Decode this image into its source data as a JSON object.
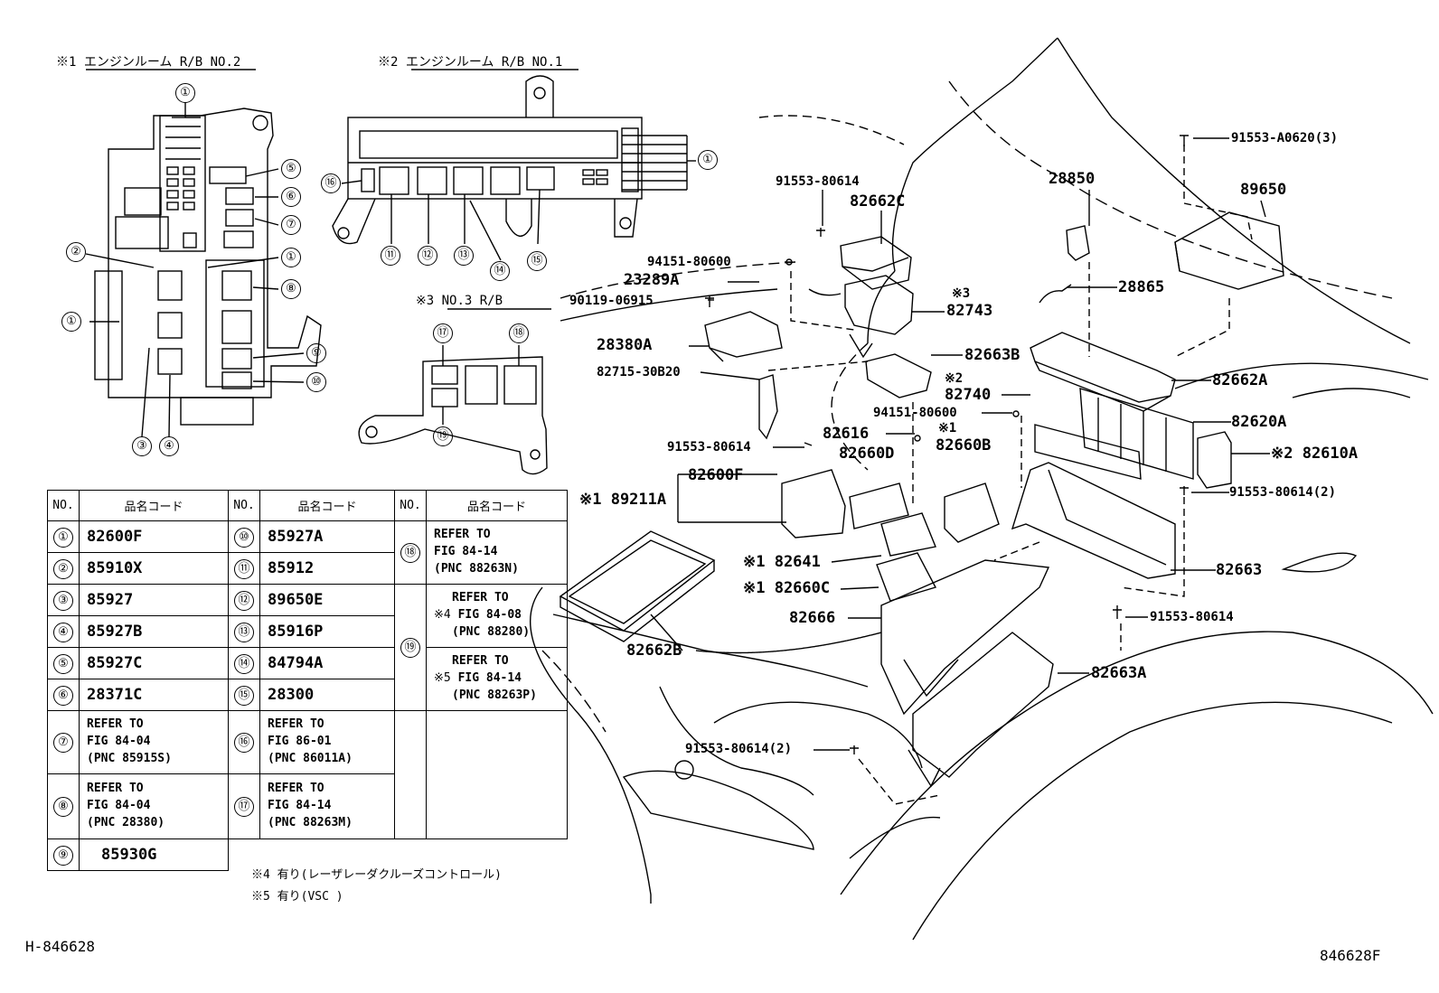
{
  "headers": {
    "h1": "※1  エンジンルーム R/B NO.2",
    "h2": "※2  エンジンルーム R/B NO.1",
    "h3": "※3 NO.3 R/B"
  },
  "box1_callouts": [
    "①",
    "②",
    "①",
    "③",
    "④",
    "⑤",
    "⑥",
    "⑦",
    "①",
    "⑧",
    "⑨",
    "⑩"
  ],
  "box2_callouts": [
    "①",
    "⑯",
    "⑪",
    "⑫",
    "⑬",
    "⑭",
    "⑮"
  ],
  "box3_callouts": [
    "⑰",
    "⑱",
    "⑲"
  ],
  "labels": {
    "p1": "91553-A0620(3)",
    "p2": "91553-80614",
    "p3": "82662C",
    "p4": "28850",
    "p5": "89650",
    "p6": "94151-80600",
    "p7": "23289A",
    "p8": "※3",
    "p9": "28865",
    "p10": "90119-06915",
    "p11": "82743",
    "p12": "28380A",
    "p13": "82663B",
    "p14": "82715-30B20",
    "p15": "※2",
    "p16": "82740",
    "p17": "82662A",
    "p18": "94151-80600",
    "p19": "82616",
    "p20": "※1",
    "p21": "82620A",
    "p22": "91553-80614",
    "p23": "82660D",
    "p24": "82660B",
    "p25": "※2 82610A",
    "p26": "82600F",
    "p27": "※1 89211A",
    "p28": "91553-80614(2)",
    "p29": "※1 82641",
    "p30": "82663",
    "p31": "※1 82660C",
    "p32": "82666",
    "p33": "91553-80614",
    "p34": "82662B",
    "p35": "82663A",
    "p36": "91553-80614(2)"
  },
  "table": {
    "head": [
      "NO.",
      "品名コード",
      "NO.",
      "品名コード",
      "NO.",
      "品名コード"
    ],
    "rows": [
      {
        "n1": "①",
        "c1": "82600F",
        "n2": "⑩",
        "c2": "85927A"
      },
      {
        "n1": "②",
        "c1": "85910X",
        "n2": "⑪",
        "c2": "85912"
      },
      {
        "n1": "③",
        "c1": "85927",
        "n2": "⑫",
        "c2": "89650E"
      },
      {
        "n1": "④",
        "c1": "85927B",
        "n2": "⑬",
        "c2": "85916P"
      },
      {
        "n1": "⑤",
        "c1": "85927C",
        "n2": "⑭",
        "c2": "84794A"
      },
      {
        "n1": "⑥",
        "c1": "28371C",
        "n2": "⑮",
        "c2": "28300"
      }
    ],
    "r7": {
      "n1": "⑦",
      "l1": "REFER TO",
      "l2": "FIG 84-04",
      "l3": "(PNC 85915S)",
      "n2": "⑯",
      "m1": "REFER TO",
      "m2": "FIG 86-01",
      "m3": "(PNC 86011A)"
    },
    "r8": {
      "n1": "⑧",
      "l1": "REFER TO",
      "l2": "FIG 84-04",
      "l3": "(PNC 28380)",
      "n2": "⑰",
      "m1": "REFER TO",
      "m2": "FIG 84-14",
      "m3": "(PNC 88263M)"
    },
    "r9": {
      "n1": "⑨",
      "c1": "85930G"
    },
    "c18": {
      "n": "⑱",
      "l1": "REFER TO",
      "l2": "FIG 84-14",
      "l3": "(PNC 88263N)"
    },
    "c19a": {
      "n": "⑲",
      "mark": "※4",
      "l1": "REFER TO",
      "l2": "FIG 84-08",
      "l3": "(PNC 88280)"
    },
    "c19b": {
      "mark": "※5",
      "l1": "REFER TO",
      "l2": "FIG 84-14",
      "l3": "(PNC 88263P)"
    }
  },
  "footnotes": {
    "f4": "※4 有り(レーザレーダクルーズコントロール)",
    "f5": "※5 有り(VSC )"
  },
  "ids": {
    "left": "H-846628",
    "right": "846628F"
  }
}
